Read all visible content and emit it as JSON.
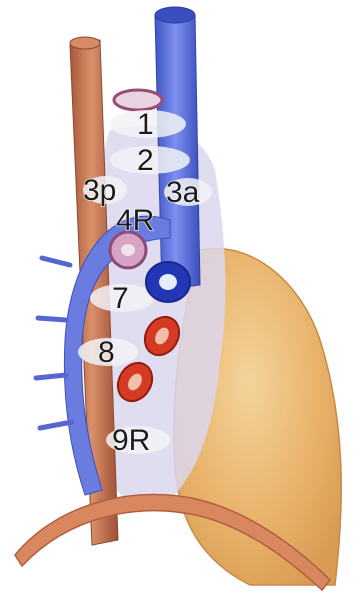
{
  "diagram": {
    "stations": [
      {
        "id": "1",
        "label": "1"
      },
      {
        "id": "2",
        "label": "2"
      },
      {
        "id": "3p",
        "label": "3p"
      },
      {
        "id": "3a",
        "label": "3a"
      },
      {
        "id": "4R",
        "label": "4R"
      },
      {
        "id": "7",
        "label": "7"
      },
      {
        "id": "8",
        "label": "8"
      },
      {
        "id": "9R",
        "label": "9R"
      }
    ],
    "colors": {
      "svc": "#5b70d8",
      "azygos": "#6b7ce0",
      "esophagus": "#c9825b",
      "heart": "#e8b26a",
      "diaphragm": "#d8875e",
      "node_region": "#dcd7ee"
    }
  }
}
